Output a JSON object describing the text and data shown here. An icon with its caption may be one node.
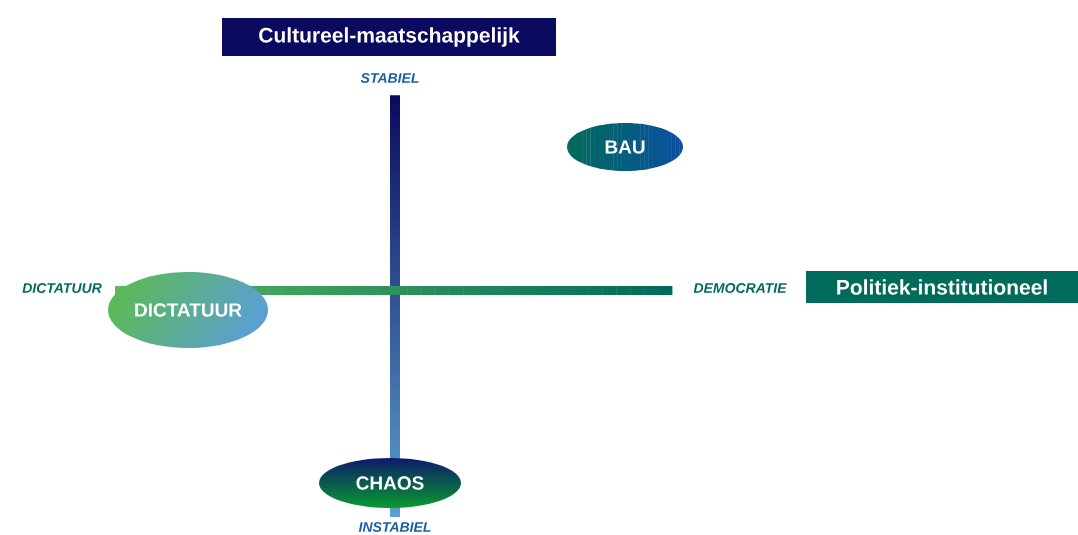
{
  "diagram": {
    "nodes": [
      {
        "text": [
          "Cultureel-maatschappelijk"
        ]
      },
      {
        "text": [
          "BAU"
        ]
      },
      {
        "text": [
          "Politiek-institutioneel"
        ]
      },
      {
        "text": [
          "DICTATUUR"
        ]
      },
      {
        "text": [
          "CHAOS"
        ]
      }
    ],
    "labels": [
      "STABIEL",
      "DICTATUUR",
      "DEMOCRATIE",
      "INSTABIEL"
    ]
  }
}
